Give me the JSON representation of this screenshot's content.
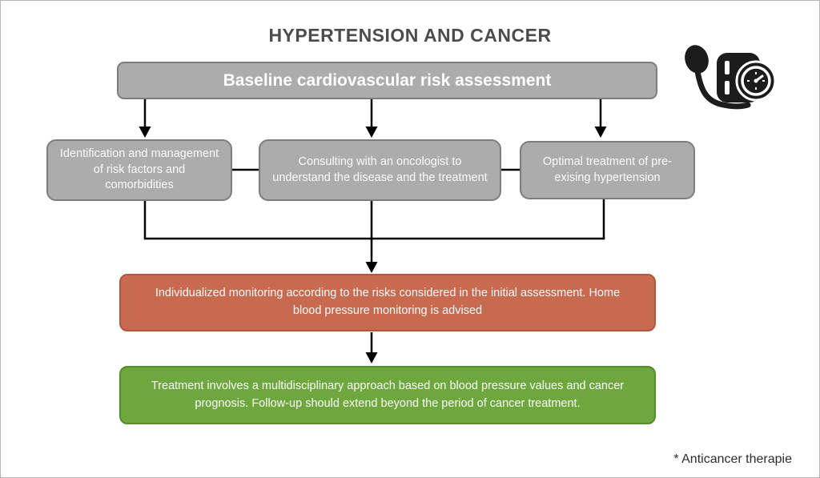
{
  "page": {
    "title": "HYPERTENSION AND CANCER",
    "footnote": "* Anticancer therapie"
  },
  "flowchart": {
    "top_box": {
      "label": "Baseline cardiovascular risk assessment"
    },
    "branch_boxes": [
      {
        "label": "Identification and management of risk factors and comorbidities"
      },
      {
        "label": "Consulting with an oncologist to understand the disease and the treatment"
      },
      {
        "label": "Optimal treatment of pre-exising hypertension"
      }
    ],
    "monitoring_box": {
      "label": "Individualized monitoring according to the risks considered in the initial assessment. Home blood pressure monitoring is advised"
    },
    "treatment_box": {
      "label": "Treatment involves a multidisciplinary approach based on blood pressure values and cancer prognosis. Follow-up should extend beyond the period of cancer treatment."
    },
    "icon": "blood-pressure-monitor-icon",
    "colors": {
      "gray_box_fill": "#acacac",
      "gray_box_border": "#7d7d7d",
      "monitoring_fill": "#c76a50",
      "monitoring_border": "#b2573e",
      "treatment_fill": "#6ea73d",
      "treatment_border": "#588d2b",
      "connector_line": "#000000",
      "title_text": "#4c4c4c",
      "box_text": "#fbfbfb",
      "icon_color": "#1c1c1c"
    }
  }
}
